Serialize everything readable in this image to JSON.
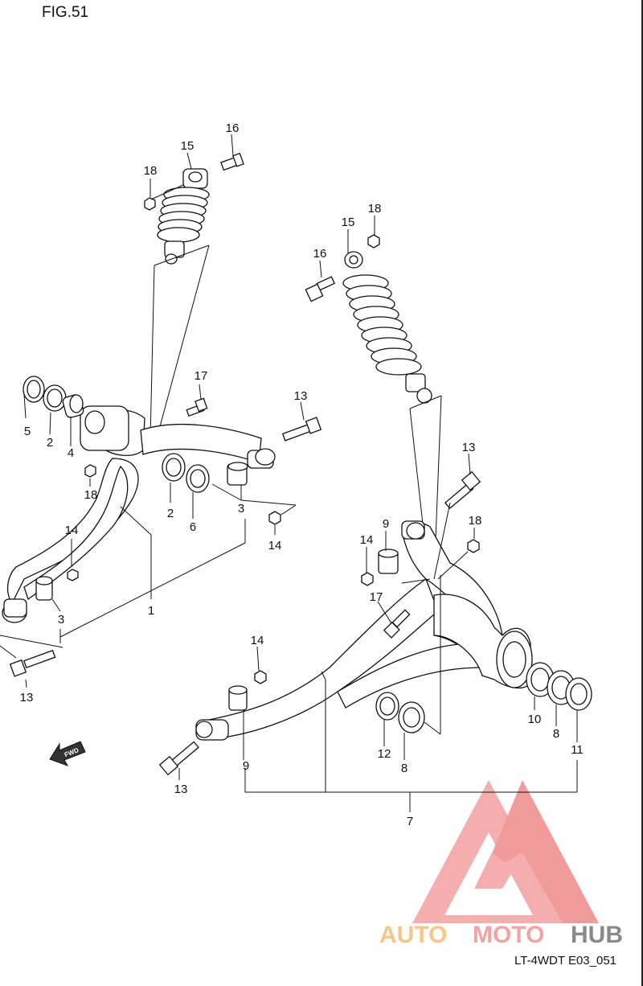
{
  "figure_title": "FIG.51",
  "diagram_code": "LT-4WDT E03_051",
  "watermark": {
    "part1": "AUTO",
    "part2": "MOTO",
    "part3": "HUB",
    "color_primary": "#f08080",
    "color_secondary": "#f6c58a"
  },
  "callouts": {
    "left": {
      "c16": "16",
      "c15": "15",
      "c18a": "18",
      "c17": "17",
      "c13a": "13",
      "c5": "5",
      "c2a": "2",
      "c4": "4",
      "c18b": "18",
      "c2b": "2",
      "c6": "6",
      "c3a": "3",
      "c14a": "14",
      "c14b": "14",
      "c3b": "3",
      "c1": "1",
      "c13b": "13"
    },
    "right": {
      "c18a": "18",
      "c15": "15",
      "c16": "16",
      "c13a": "13",
      "c9a": "9",
      "c18b": "18",
      "c14a": "14",
      "c17": "17",
      "c14b": "14",
      "c10": "10",
      "c8a": "8",
      "c11": "11",
      "c12": "12",
      "c8b": "8",
      "c9b": "9",
      "c13b": "13",
      "c7": "7"
    }
  },
  "fwd_label": "FWD"
}
